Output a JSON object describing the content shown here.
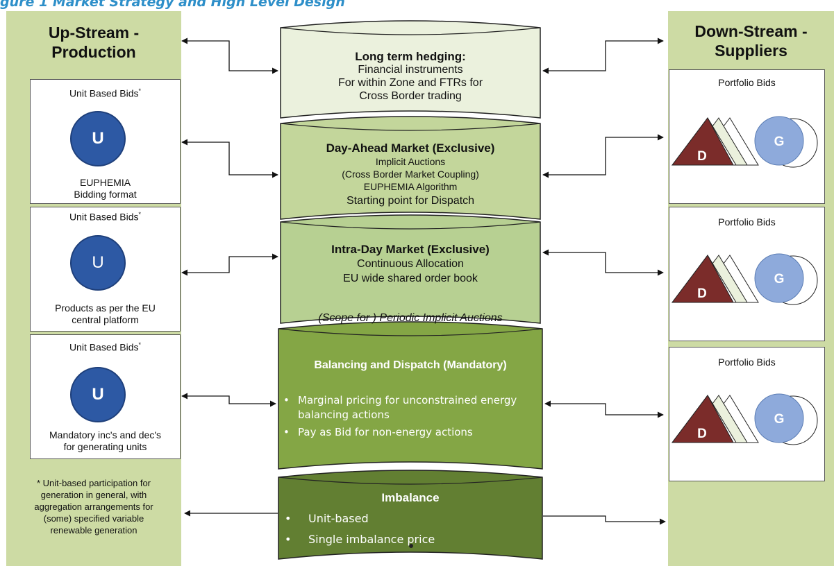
{
  "title": "gure 1 Market Strategy and High Level Design",
  "upstream": {
    "heading_line1": "Up-Stream -",
    "heading_line2": "Production",
    "boxes": [
      {
        "label": "Unit Based Bids",
        "mark": "*",
        "circle": "U",
        "foot_line1": "EUPHEMIA",
        "foot_line2": "Bidding format"
      },
      {
        "label": "Unit Based Bids",
        "mark": "*",
        "circle": "U",
        "foot_line1": "Products as per the EU",
        "foot_line2": "central platform"
      },
      {
        "label": "Unit Based Bids",
        "mark": "*",
        "circle": "U",
        "foot_line1": "Mandatory inc's and dec's",
        "foot_line2": "for generating units"
      }
    ],
    "note_lines": [
      "* Unit-based participation for",
      "generation in general, with",
      "aggregation arrangements for",
      "(some) specified variable",
      "renewable generation"
    ]
  },
  "downstream": {
    "heading_line1": "Down-Stream -",
    "heading_line2": "Suppliers",
    "boxes": [
      {
        "label": "Portfolio Bids",
        "d": "D",
        "g": "G"
      },
      {
        "label": "Portfolio Bids",
        "d": "D",
        "g": "G"
      },
      {
        "label": "Portfolio Bids",
        "d": "D",
        "g": "G"
      }
    ]
  },
  "stages": {
    "hedging": {
      "title": "Long term hedging:",
      "lines": [
        "Financial instruments",
        "For within Zone and FTRs for",
        "Cross Border trading"
      ]
    },
    "day_ahead": {
      "title": "Day-Ahead Market (Exclusive)",
      "lines": [
        "Implicit Auctions",
        "(Cross Border Market Coupling)",
        "EUPHEMIA Algorithm",
        "Starting point for Dispatch"
      ]
    },
    "intra_day": {
      "title": "Intra-Day Market (Exclusive)",
      "lines": [
        "Continuous Allocation",
        "EU wide shared order book"
      ],
      "footer": "(Scope for ) Periodic Implicit  Auctions"
    },
    "balancing": {
      "title": "Balancing and Dispatch (Mandatory)",
      "bullets": [
        "Marginal pricing for unconstrained energy balancing actions",
        "Pay as Bid for non-energy actions"
      ]
    },
    "imbalance": {
      "title": "Imbalance",
      "bullets": [
        "Unit-based",
        "Single imbalance price"
      ]
    }
  },
  "colors": {
    "side_panel": "#cddba4",
    "hedging": "#ebf1dd",
    "day_ahead": "#c3d69b",
    "intra_day": "#b7d092",
    "balancing": "#84a645",
    "imbalance": "#627f32",
    "circle_u": "#2d59a4",
    "triangle_d": "#7b2c2a",
    "circle_g": "#8eaadb",
    "title": "#2e8fc9"
  }
}
